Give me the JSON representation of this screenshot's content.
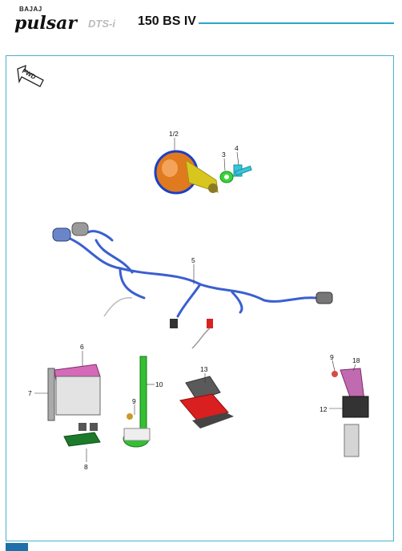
{
  "header": {
    "brand_top": "BAJAJ",
    "brand_script": "pulsar",
    "brand_suffix": "DTS-i",
    "model": "150 BS IV"
  },
  "direction_label": "FWD",
  "callouts": {
    "horn": "1/2",
    "nut": "3",
    "bolt": "4",
    "harness": "5",
    "battery": "6",
    "battery_strap": "7",
    "battery_pad": "8",
    "bolt_a": "9",
    "fuse_holder": "10",
    "relay": "12",
    "flasher": "13",
    "bolt_b": "9",
    "bracket": "18"
  },
  "colors": {
    "accent": "#2aa7c8",
    "horn": "#e07a1e",
    "harness": "#3a5fd0",
    "battery_top": "#d56ab8",
    "flasher": "#d91f1f",
    "green": "#2fc72f"
  }
}
